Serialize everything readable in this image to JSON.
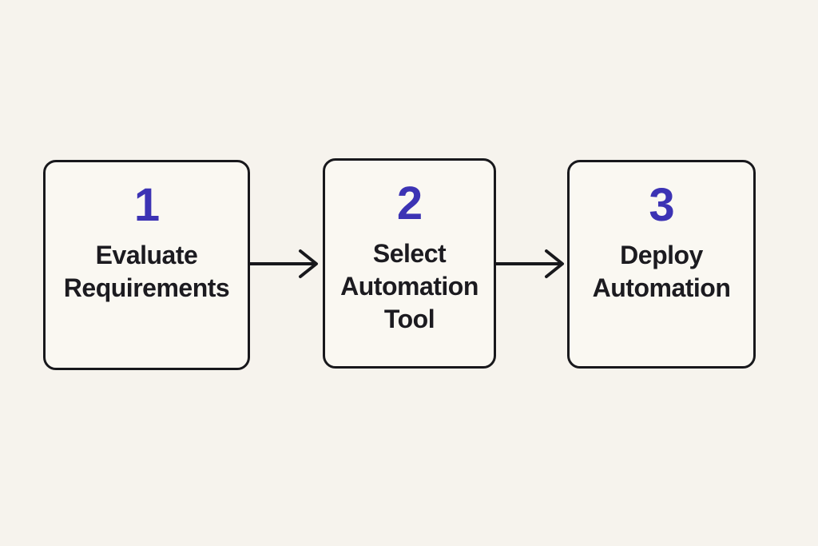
{
  "diagram": {
    "type": "process-flow",
    "direction": "left-to-right",
    "steps": [
      {
        "number": "1",
        "label": "Evaluate\nRequirements"
      },
      {
        "number": "2",
        "label": "Select\nAutomation\nTool"
      },
      {
        "number": "3",
        "label": "Deploy\nAutomation"
      }
    ],
    "connectors": [
      {
        "from": "1",
        "to": "2",
        "style": "arrow-right"
      },
      {
        "from": "2",
        "to": "3",
        "style": "arrow-right"
      }
    ],
    "colors": {
      "page_background": "#f6f3ed",
      "box_fill": "#faf8f2",
      "box_border": "#18181c",
      "step_number": "#3c33b4",
      "step_label": "#1c1b20",
      "arrow": "#18181c"
    }
  }
}
